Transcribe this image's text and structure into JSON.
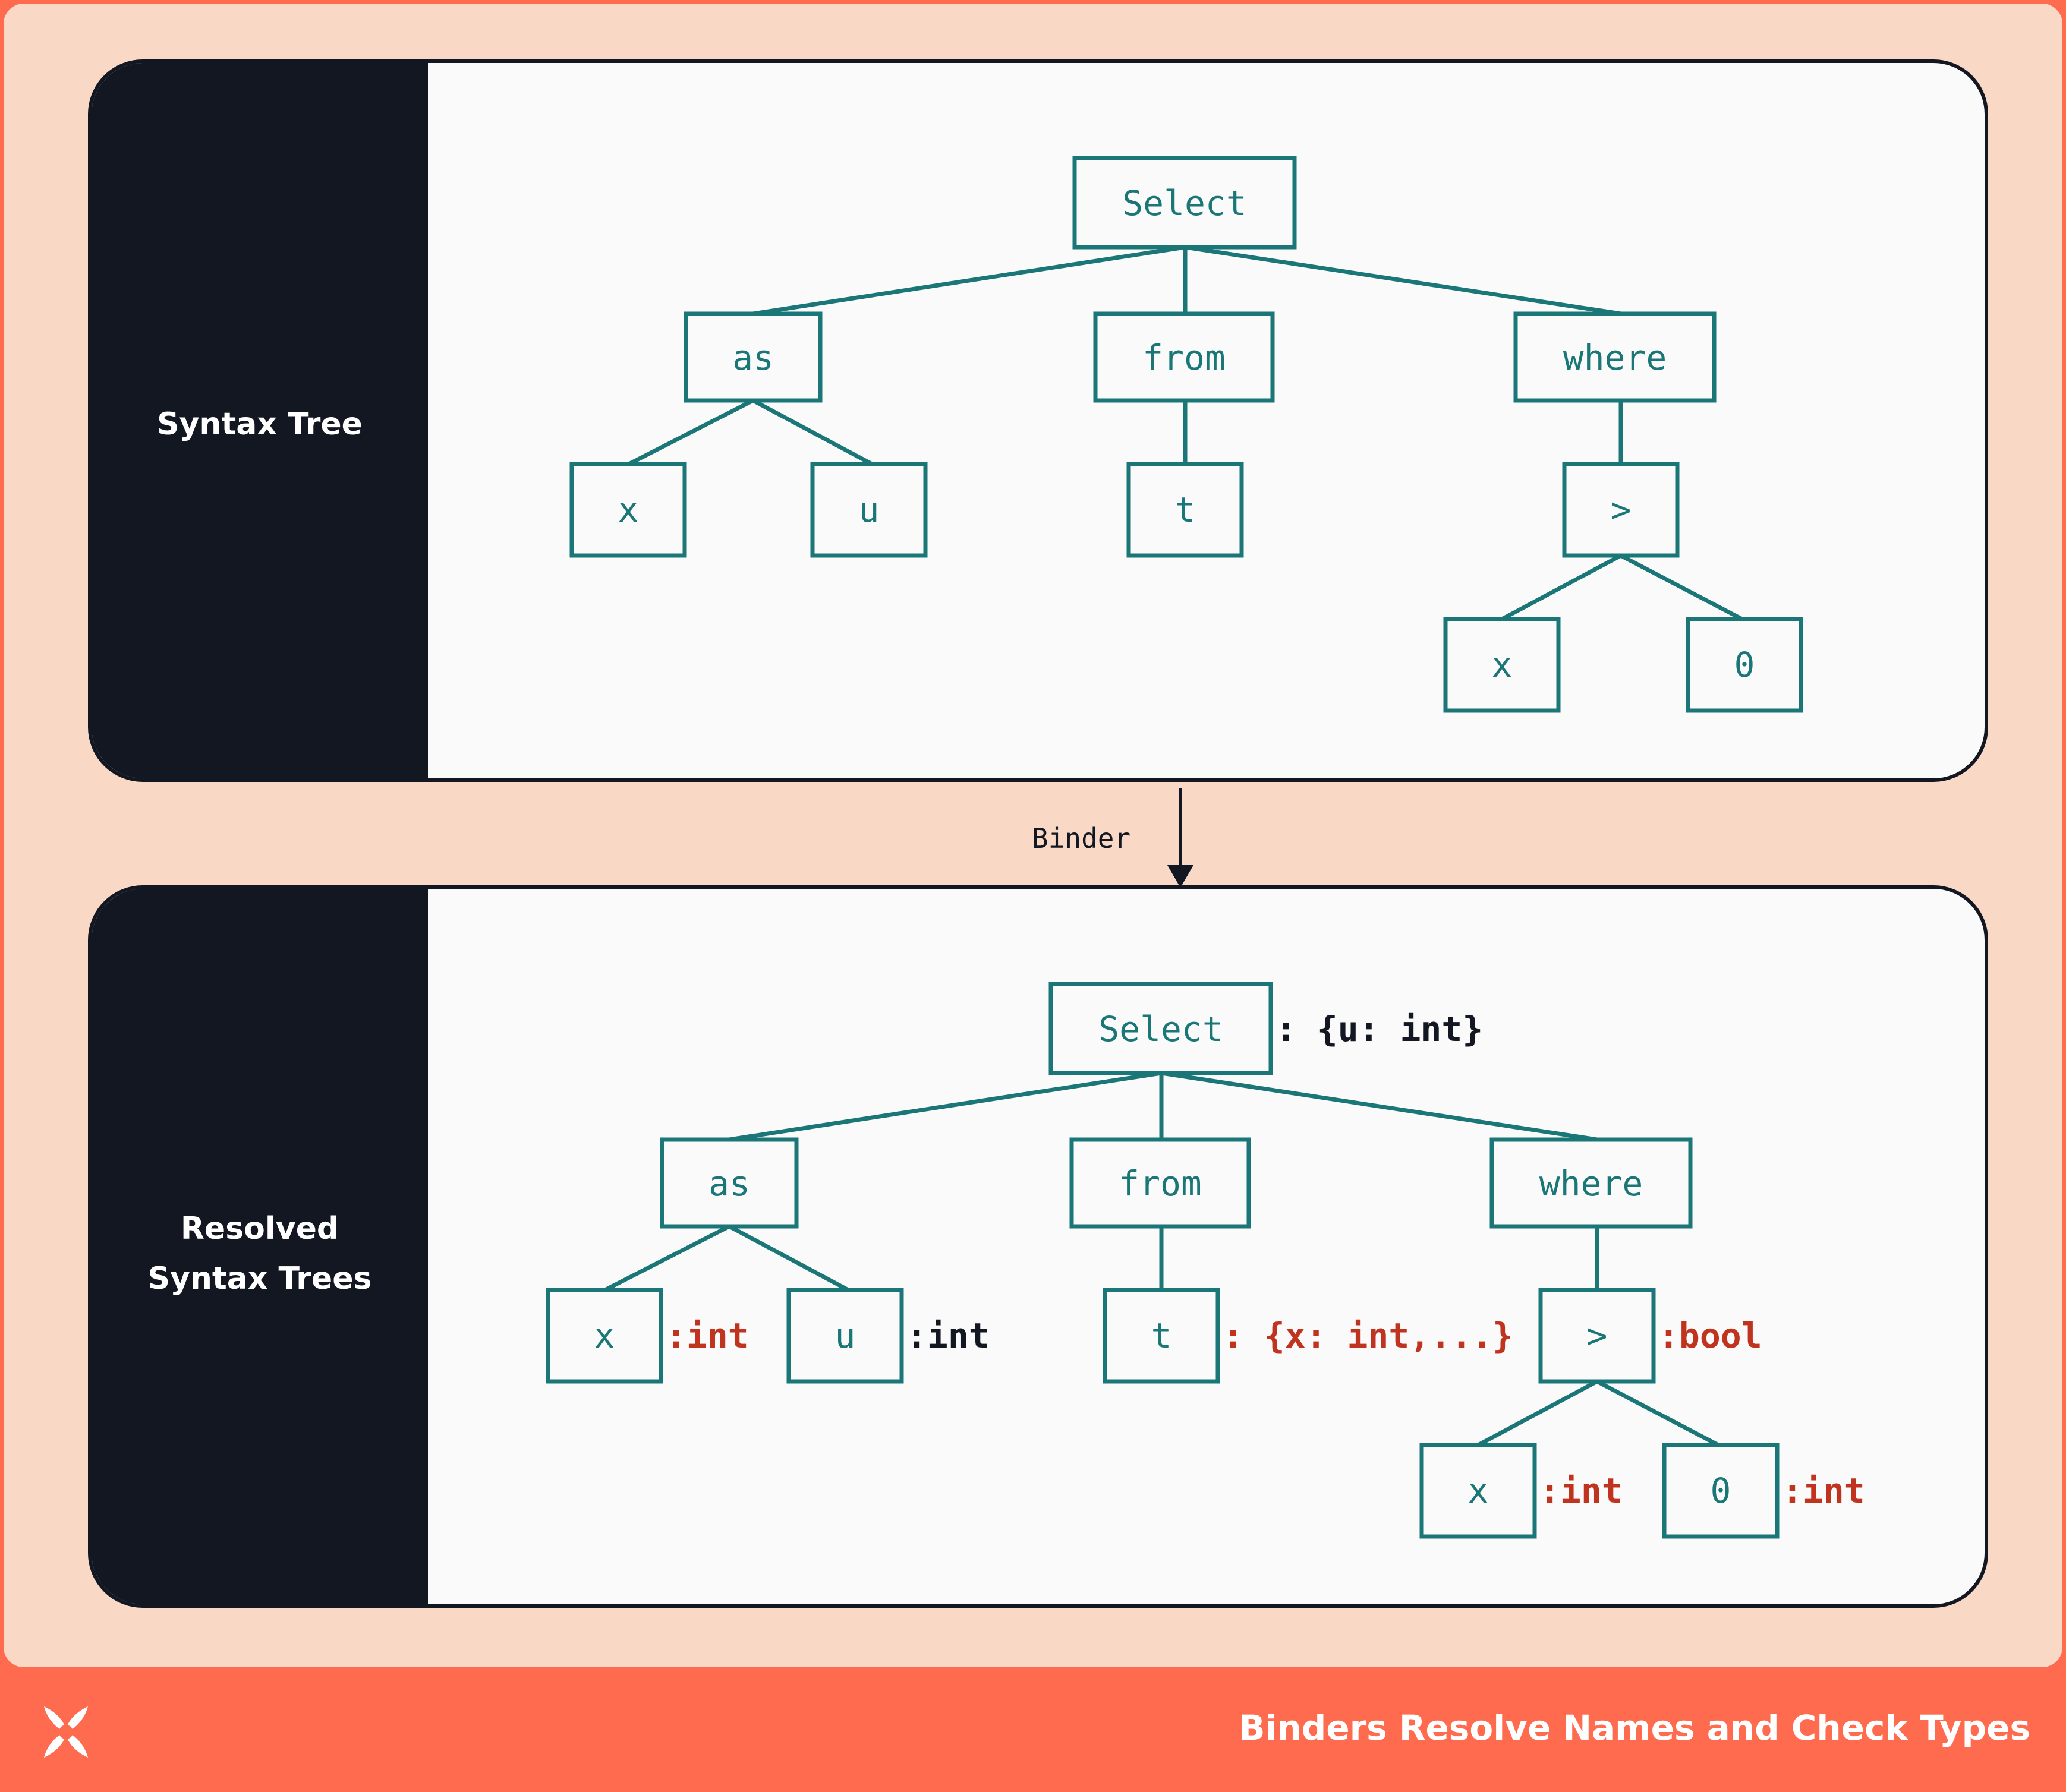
{
  "panels": {
    "top": {
      "label_lines": [
        "Syntax Tree"
      ]
    },
    "bottom": {
      "label_lines": [
        "Resolved",
        "Syntax Trees"
      ]
    }
  },
  "tree": {
    "root": "Select",
    "as": "as",
    "from": "from",
    "where": "where",
    "x": "x",
    "u": "u",
    "t": "t",
    "gt": ">",
    "x2": "x",
    "zero": "0"
  },
  "annotations": {
    "select": ": {u: int}",
    "x": ":int",
    "u": ":int",
    "t": ": {x: int,...}",
    "gt": ":bool",
    "x2": ":int",
    "zero": ":int"
  },
  "binder_label": "Binder",
  "footer": {
    "title": "Binders Resolve Names and Check Types",
    "logo_icon": "x-logo-icon"
  },
  "colors": {
    "node": "#1b7777",
    "error": "#c0341f",
    "panel_side": "#131722",
    "background": "#f9d9c5",
    "footer": "#ff6b4f"
  }
}
